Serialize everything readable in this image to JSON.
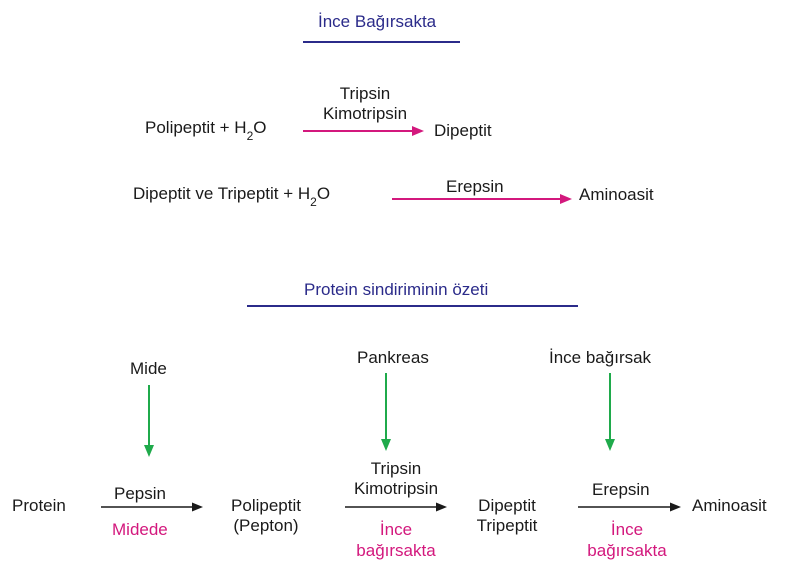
{
  "section1": {
    "title": "İnce Bağırsakta",
    "reaction1": {
      "reactant_a": "Polipeptit + H",
      "reactant_sub": "2",
      "reactant_b": "O",
      "enzyme1": "Tripsin",
      "enzyme2": "Kimotripsin",
      "product": "Dipeptit"
    },
    "reaction2": {
      "reactant_a": "Dipeptit  ve Tripeptit + H",
      "reactant_sub": "2",
      "reactant_b": "O",
      "enzyme": "Erepsin",
      "product": "Aminoasit"
    }
  },
  "section2": {
    "title": "Protein sindiriminin özeti",
    "sources": [
      "Mide",
      "Pankreas",
      "İnce bağırsak"
    ],
    "chain": {
      "protein": "Protein",
      "step1_enzyme": "Pepsin",
      "step1_location": "Midede",
      "polipeptit_line1": "Polipeptit",
      "polipeptit_line2": "(Pepton)",
      "step2_enzyme1": "Tripsin",
      "step2_enzyme2": "Kimotripsin",
      "step2_location1": "İnce",
      "step2_location2": "bağırsakta",
      "dipeptit": "Dipeptit",
      "tripeptit": "Tripeptit",
      "step3_enzyme": "Erepsin",
      "step3_location1": "İnce",
      "step3_location2": "bağırsakta",
      "aminoasit": "Aminoasit"
    }
  },
  "colors": {
    "title": "#2b2b8a",
    "pink_arrow": "#d3187d",
    "green_arrow": "#1faa4b",
    "black_arrow": "#1a1a1a"
  }
}
